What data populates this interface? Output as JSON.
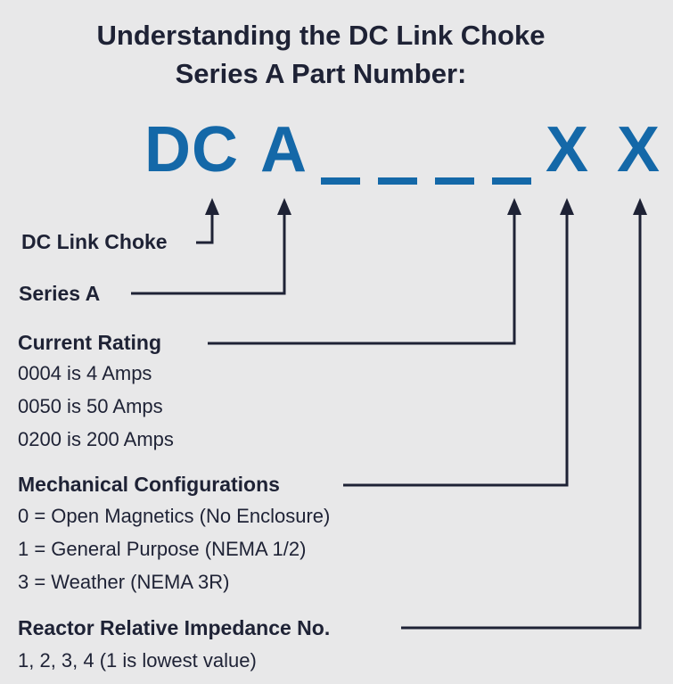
{
  "title": {
    "line1": "Understanding the DC Link Choke",
    "line2": "Series A Part Number:"
  },
  "code": {
    "dc": "DC",
    "a": "A",
    "x1": "X",
    "x2": "X",
    "blank_count": 4
  },
  "labels": {
    "dc_link_choke": "DC Link Choke",
    "series_a": "Series A",
    "current_rating": "Current Rating",
    "mechanical": "Mechanical Configurations",
    "impedance": "Reactor Relative Impedance No."
  },
  "current_rating_items": [
    "0004 is 4 Amps",
    "0050 is 50 Amps",
    "0200 is 200 Amps"
  ],
  "mechanical_items": [
    "0 = Open Magnetics (No Enclosure)",
    "1 = General Purpose (NEMA 1/2)",
    "3 = Weather (NEMA 3R)"
  ],
  "impedance_items": [
    "1, 2, 3, 4 (1 is lowest value)"
  ],
  "colors": {
    "code": "#1468a8",
    "text": "#1e2235",
    "background": "#e8e8e9"
  }
}
